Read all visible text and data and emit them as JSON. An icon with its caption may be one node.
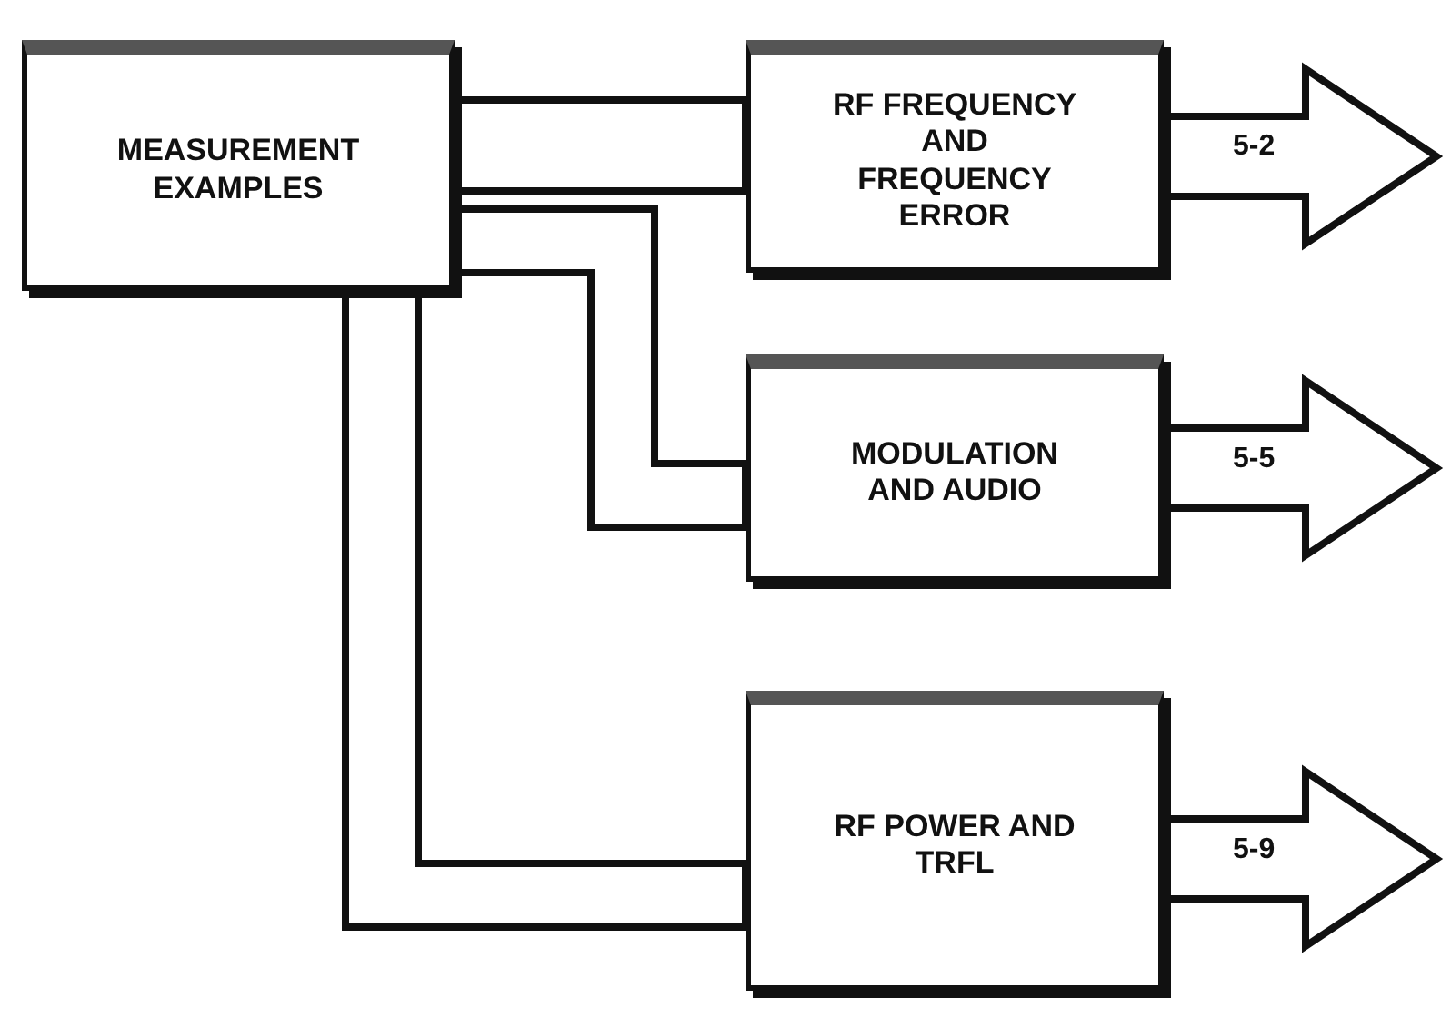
{
  "diagram": {
    "nodes": [
      {
        "text": [
          "MEASUREMENT EXAMPLES"
        ]
      },
      {
        "text": [
          "RF FREQUENCY AND FREQUENCY ERROR"
        ]
      },
      {
        "text": [
          "MODULATION AND AUDIO"
        ]
      },
      {
        "text": [
          "RF POWER AND TRFL"
        ]
      }
    ],
    "edges": [
      {
        "from": 0,
        "to": 1,
        "arrow": "none"
      },
      {
        "from": 0,
        "to": 2,
        "arrow": "none"
      },
      {
        "from": 0,
        "to": 3,
        "arrow": "none"
      },
      {
        "from": 1,
        "to": null,
        "arrow": "to",
        "label": "5-2"
      },
      {
        "from": 2,
        "to": null,
        "arrow": "to",
        "label": "5-5"
      },
      {
        "from": 3,
        "to": null,
        "arrow": "to",
        "label": "5-9"
      }
    ]
  }
}
